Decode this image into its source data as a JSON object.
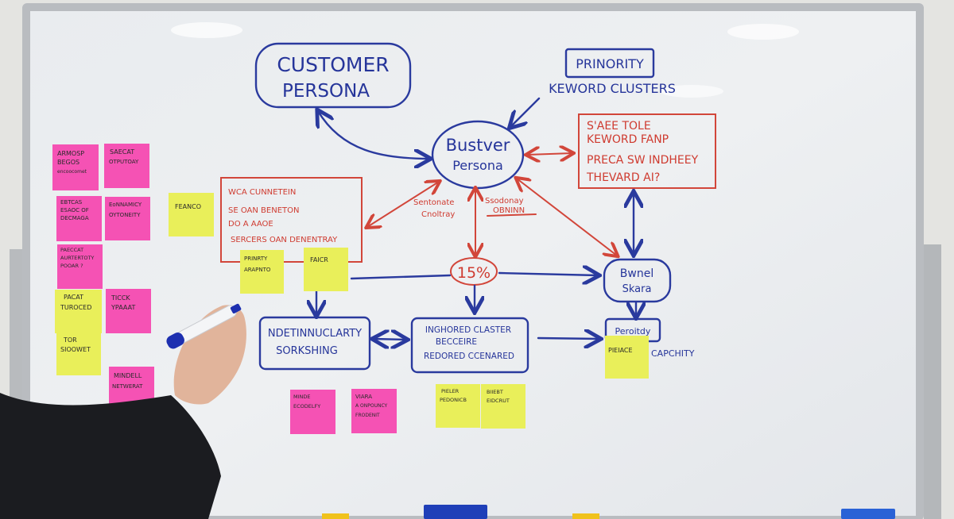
{
  "board": {
    "customer_persona": [
      "CUSTOMER",
      "PERSONA"
    ],
    "priority_label": "PRINORITY",
    "keyword_clusters": "KEWORD CLUSTERS",
    "center_node": [
      "Bustver",
      "Persona"
    ],
    "top_right_box": [
      "S'AEE TOLE",
      "KEWORD FANP",
      "PRECA SW INDHEEY",
      "THEVARD AI?"
    ],
    "left_box": [
      "WCA CUNNETEIN",
      "SE   OAN BENETON",
      "DO          A AAOE",
      "SERCERS OAN DENENTRAY"
    ],
    "mid_labels": {
      "left": [
        "Sentonate",
        "Cnoltray"
      ],
      "right": [
        "Ssodonay",
        "OBNINN"
      ]
    },
    "percent_node": "15%",
    "right_node": [
      "Bwnel",
      "Skara"
    ],
    "bottom_left_box": [
      "NDETINNUCLARTY",
      "SORKSHING"
    ],
    "bottom_mid_box": [
      "INGHORED CLASTER",
      "BECCEIRE",
      "REDORED CCENARED"
    ],
    "bottom_right_box": "Peroitdy",
    "capacity_label": "CAPCHITY"
  },
  "sticky_notes": [
    {
      "color": "pink",
      "lines": [
        "ARMOSP",
        "BEGOS",
        "encoocomet"
      ]
    },
    {
      "color": "pink",
      "lines": [
        "SAECAT",
        "OTPUTOAY"
      ]
    },
    {
      "color": "pink",
      "lines": [
        "EBTCAS",
        "ESAOC OF",
        "DECMAGA"
      ]
    },
    {
      "color": "pink",
      "lines": [
        "EoNNAMICY",
        "OYTONEITY"
      ]
    },
    {
      "color": "pink",
      "lines": [
        "PAECCAT",
        "AURTERTOTY",
        "POOAR ?"
      ]
    },
    {
      "color": "yellow",
      "lines": [
        "PACAT",
        "TUROCED"
      ]
    },
    {
      "color": "pink",
      "lines": [
        "TICCK",
        "YPAAAT"
      ]
    },
    {
      "color": "yellow",
      "lines": [
        "TOR",
        "SIOOWET"
      ]
    },
    {
      "color": "pink",
      "lines": [
        "MINDELL",
        "NETWERAT"
      ]
    },
    {
      "color": "yellow",
      "lines": [
        "FEANCO"
      ]
    },
    {
      "color": "yellow",
      "lines": [
        "PRINRTY",
        "ARAPNTO"
      ]
    },
    {
      "color": "yellow",
      "lines": [
        "FAICR"
      ]
    },
    {
      "color": "pink",
      "lines": [
        "MINDE",
        "ECODELFY"
      ]
    },
    {
      "color": "pink",
      "lines": [
        "VIARA",
        "A ONPOUNCY",
        "FRODENIT"
      ]
    },
    {
      "color": "yellow",
      "lines": [
        "PIELER",
        "PEDONICB"
      ]
    },
    {
      "color": "yellow",
      "lines": [
        "BIIEBT",
        "EIDCRUT"
      ]
    },
    {
      "color": "yellow",
      "lines": [
        "PIEIACE"
      ]
    }
  ],
  "colors": {
    "blue_marker": "#2a3a9e",
    "red_marker": "#d2463a",
    "pink_note": "#f552b4",
    "yellow_note": "#e9ef5a"
  }
}
